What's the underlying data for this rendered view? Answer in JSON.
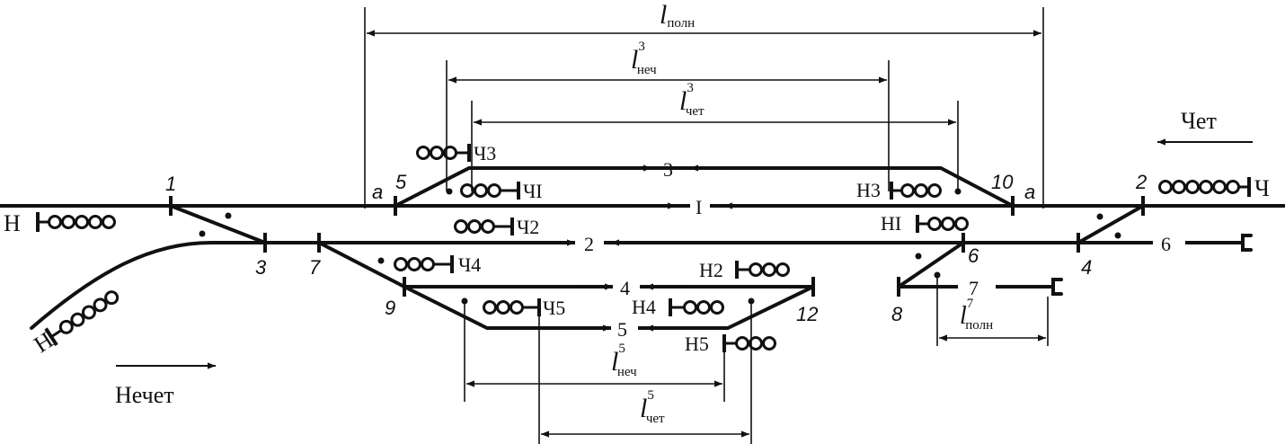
{
  "directions": {
    "odd": "Нечет",
    "even": "Чет"
  },
  "tracks": {
    "t1": "I",
    "t2": "2",
    "t3": "3",
    "t4": "4",
    "t5": "5",
    "t6": "6",
    "t7": "7"
  },
  "points": {
    "p1": "1",
    "p2": "2",
    "p3": "3",
    "p4": "4",
    "p5": "5",
    "p6": "6",
    "p7": "7",
    "p8": "8",
    "p9": "9",
    "p10": "10",
    "p12": "12",
    "a_left": "a",
    "a_right": "a"
  },
  "signals": {
    "N": "Н",
    "N_bottom": "Н",
    "Ch": "Ч",
    "Ch3": "Ч3",
    "ChI": "ЧI",
    "Ch2": "Ч2",
    "Ch4": "Ч4",
    "Ch5": "Ч5",
    "N3": "Н3",
    "NI": "НI",
    "N2": "Н2",
    "N4": "Н4",
    "N5": "Н5"
  },
  "dimensions": {
    "l_poln": {
      "base": "l",
      "sub": "полн",
      "sup": ""
    },
    "l_nech_3": {
      "base": "l",
      "sub": "неч",
      "sup": "3"
    },
    "l_chet_3": {
      "base": "l",
      "sub": "чет",
      "sup": "3"
    },
    "l_poln_7": {
      "base": "l",
      "sub": "полн",
      "sup": "7"
    },
    "l_nech_5": {
      "base": "l",
      "sub": "неч",
      "sup": "5"
    },
    "l_chet_5": {
      "base": "l",
      "sub": "чет",
      "sup": "5"
    }
  }
}
